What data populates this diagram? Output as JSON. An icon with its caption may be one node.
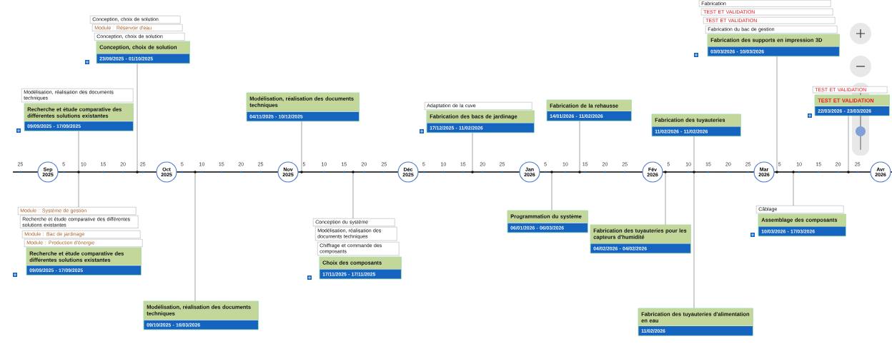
{
  "diagram": {
    "nodes": [
      {
        "text": [
          "Conception, choix de solution"
        ]
      },
      {
        "text": [
          "Module : Réservoir d'eau"
        ]
      },
      {
        "text": [
          "Conception, choix de solution"
        ]
      },
      {
        "text": [
          "Conception, choix de solution",
          "23/09/2025 - 01/10/2025"
        ]
      },
      {
        "text": [
          "Modélisation, réalisation des documents techniques"
        ]
      },
      {
        "text": [
          "Recherche et étude comparative des différentes solutions existantes",
          "09/09/2025 - 17/09/2025"
        ]
      },
      {
        "text": [
          "Modélisation, réalisation des documents techniques",
          "04/11/2025 - 10/12/2025"
        ]
      },
      {
        "text": [
          "Adaptation de la cuve"
        ]
      },
      {
        "text": [
          "Fabrication des bacs de jardinage",
          "17/12/2025 - 11/02/2026"
        ]
      },
      {
        "text": [
          "Fabrication de la rehausse",
          "14/01/2026 - 11/02/2026"
        ]
      },
      {
        "text": [
          "Fabrication des tuyauteries",
          "11/02/2026 - 11/02/2026"
        ]
      },
      {
        "text": [
          "Fabrication"
        ]
      },
      {
        "text": [
          "TEST ET VALIDATION"
        ]
      },
      {
        "text": [
          "TEST ET VALIDATION"
        ]
      },
      {
        "text": [
          "Fabrication du bac de gestion"
        ]
      },
      {
        "text": [
          "Fabrication des supports en impression 3D",
          "03/03/2026 - 10/03/2026"
        ]
      },
      {
        "text": [
          "TEST ET VALIDATION"
        ]
      },
      {
        "text": [
          "TEST ET VALIDATION",
          "22/03/2026 - 23/03/2026"
        ]
      },
      {
        "text": [
          "Sep 2025"
        ]
      },
      {
        "text": [
          "Oct 2025"
        ]
      },
      {
        "text": [
          "Nov 2025"
        ]
      },
      {
        "text": [
          "Déc 2025"
        ]
      },
      {
        "text": [
          "Jan 2026"
        ]
      },
      {
        "text": [
          "Fév 2026"
        ]
      },
      {
        "text": [
          "Mar 2026"
        ]
      },
      {
        "text": [
          "Avr 2026"
        ]
      },
      {
        "text": [
          "Module : Système de gestion"
        ]
      },
      {
        "text": [
          "Recherche et étude comparative des différentes solutions existantes"
        ]
      },
      {
        "text": [
          "Module : Bac de jardinage"
        ]
      },
      {
        "text": [
          "Module : Production d'énergie"
        ]
      },
      {
        "text": [
          "Recherche et étude comparative des différentes solutions existantes",
          "09/09/2025 - 17/09/2025"
        ]
      },
      {
        "text": [
          "Modélisation, réalisation des documents techniques",
          "09/10/2025 - 16/03/2026"
        ]
      },
      {
        "text": [
          "Conception du système"
        ]
      },
      {
        "text": [
          "Modélisation, réalisation des documents techniques"
        ]
      },
      {
        "text": [
          "Chiffrage et commande des composants"
        ]
      },
      {
        "text": [
          "Choix des composants",
          "17/11/2025 - 17/11/2025"
        ]
      },
      {
        "text": [
          "Programmation du système",
          "06/01/2026 - 06/03/2026"
        ]
      },
      {
        "text": [
          "Fabrication des tuyauteries pour les capteurs d'humidité",
          "04/02/2026 - 04/02/2026"
        ]
      },
      {
        "text": [
          "Câblage"
        ]
      },
      {
        "text": [
          "Assemblage des composants",
          "10/03/2026 - 17/03/2026"
        ]
      },
      {
        "text": [
          "Fabrication des tuyauteries d'alimentation en eau",
          "11/02/2026"
        ]
      },
      {
        "text": [],
        "shape": "circle"
      },
      {
        "text": [],
        "shape": "circle"
      },
      {
        "text": [],
        "shape": "circle"
      },
      {
        "text": [],
        "shape": "circle"
      },
      {
        "text": [],
        "shape": "circle"
      },
      {
        "text": [],
        "shape": "circle"
      },
      {
        "text": [],
        "shape": "circle"
      },
      {
        "text": [],
        "shape": "circle"
      },
      {
        "text": [],
        "shape": "circle"
      },
      {
        "text": [],
        "shape": "circle"
      },
      {
        "text": [],
        "shape": "circle"
      },
      {
        "text": [],
        "shape": "circle"
      },
      {
        "text": [],
        "shape": "circle"
      }
    ],
    "edges": [
      {
        "from": 3,
        "to": 42,
        "arrow": "none"
      },
      {
        "from": 5,
        "to": 41,
        "arrow": "none"
      },
      {
        "from": 6,
        "to": 44,
        "arrow": "none"
      },
      {
        "from": 8,
        "to": 46,
        "arrow": "none"
      },
      {
        "from": 9,
        "to": 48,
        "arrow": "none"
      },
      {
        "from": 10,
        "to": 50,
        "arrow": "none"
      },
      {
        "from": 15,
        "to": 51,
        "arrow": "none"
      },
      {
        "from": 17,
        "to": 53,
        "arrow": "none"
      },
      {
        "from": 26,
        "to": 41,
        "arrow": "none"
      },
      {
        "from": 31,
        "to": 43,
        "arrow": "none"
      },
      {
        "from": 32,
        "to": 45,
        "arrow": "none"
      },
      {
        "from": 36,
        "to": 47,
        "arrow": "none"
      },
      {
        "from": 37,
        "to": 49,
        "arrow": "none"
      },
      {
        "from": 38,
        "to": 52,
        "arrow": "none"
      },
      {
        "from": 40,
        "to": 50,
        "arrow": "none"
      }
    ],
    "labels": [
      "25",
      "5",
      "10",
      "15",
      "20",
      "25",
      "5",
      "10",
      "15",
      "20",
      "25",
      "5",
      "10",
      "15",
      "20",
      "25",
      "5",
      "10",
      "15",
      "20",
      "25",
      "5",
      "10",
      "15",
      "20",
      "25",
      "5",
      "10",
      "15",
      "20",
      "25",
      "5",
      "10",
      "15",
      "20",
      "25"
    ]
  }
}
